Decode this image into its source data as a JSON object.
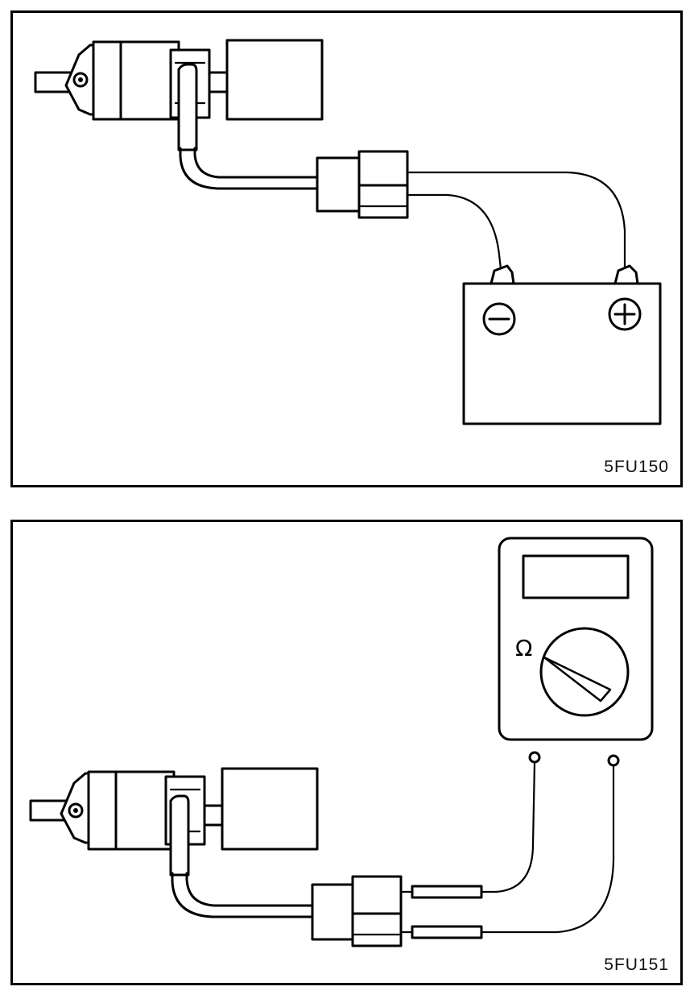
{
  "figures": [
    {
      "label": "5FU150"
    },
    {
      "label": "5FU151"
    }
  ],
  "symbols": {
    "ohm": "Ω"
  }
}
